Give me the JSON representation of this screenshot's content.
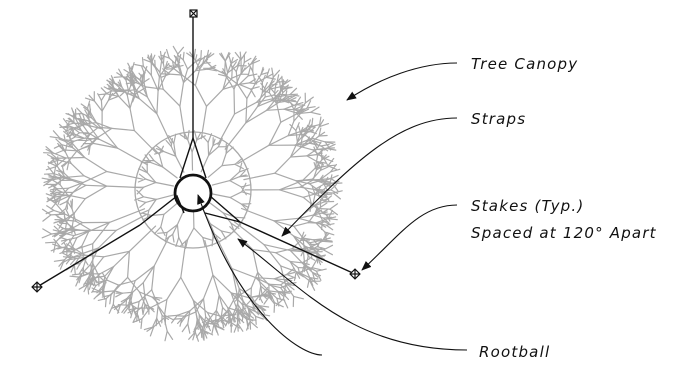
{
  "colors": {
    "canopy": "#a9a9a9",
    "linework": "#111111",
    "background": "#ffffff"
  },
  "labels": {
    "tree_canopy": "Tree Canopy",
    "straps": "Straps",
    "stakes_line1": "Stakes (Typ.)",
    "stakes_line2": "Spaced at 120° Apart",
    "rootball": "Rootball"
  },
  "icons": {
    "stake_marker": "stake-marker-icon"
  }
}
